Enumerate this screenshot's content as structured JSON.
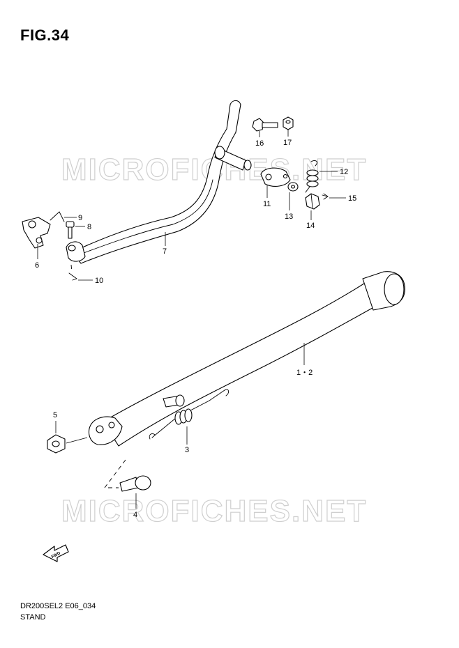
{
  "figure": {
    "title": "FIG.34"
  },
  "watermark": "MICROFICHES.NET",
  "callouts": {
    "p1_2": "1・2",
    "p3": "3",
    "p4": "4",
    "p5": "5",
    "p6": "6",
    "p7": "7",
    "p8": "8",
    "p9": "9",
    "p10": "10",
    "p11": "11",
    "p12": "12",
    "p13": "13",
    "p14": "14",
    "p15": "15",
    "p16": "16",
    "p17": "17"
  },
  "fwd_marker": "FWD",
  "footer": {
    "code": "DR200SEL2 E06_034",
    "name": "STAND"
  }
}
